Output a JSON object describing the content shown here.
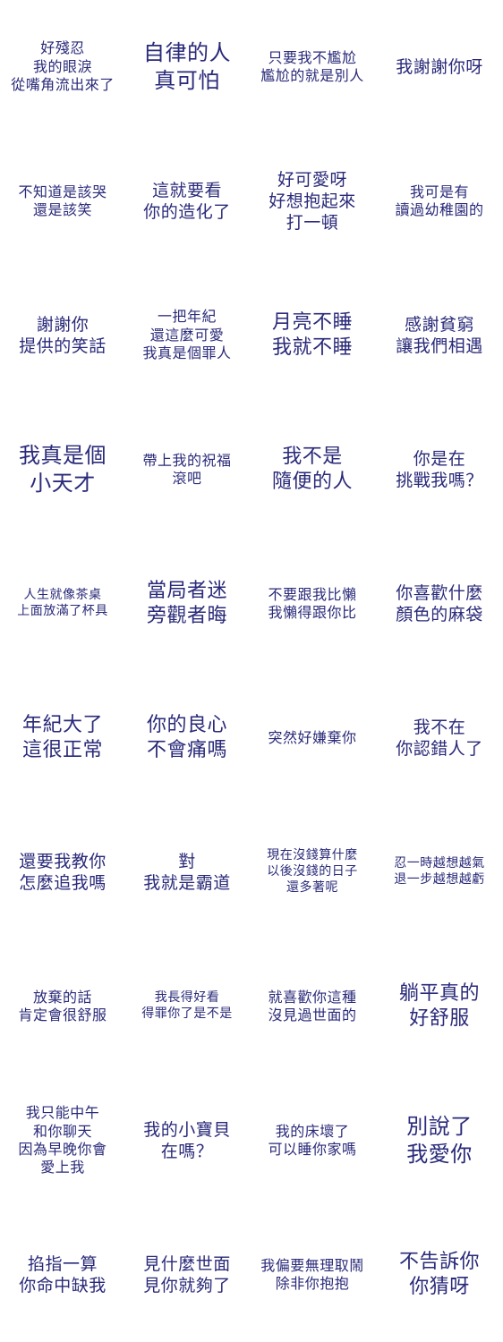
{
  "colors": {
    "text": "#2a2a7a",
    "background": "#ffffff"
  },
  "rows": [
    [
      "好殘忍\n我的眼淚\n從嘴角流出來了",
      "自律的人\n真可怕",
      "只要我不尷尬\n尷尬的就是別人",
      "我謝謝你呀"
    ],
    [
      "不知道是該哭\n還是該笑",
      "這就要看\n你的造化了",
      "好可愛呀\n好想抱起來\n打一頓",
      "我可是有\n讀過幼稚園的"
    ],
    [
      "謝謝你\n提供的笑話",
      "一把年紀\n還這麼可愛\n我真是個罪人",
      "月亮不睡\n我就不睡",
      "感謝貧窮\n讓我們相遇"
    ],
    [
      "我真是個\n小天才",
      "帶上我的祝福\n滾吧",
      "我不是\n隨便的人",
      "你是在\n挑戰我嗎？"
    ],
    [
      "人生就像茶桌\n上面放滿了杯具",
      "當局者迷\n旁觀者晦",
      "不要跟我比懶\n我懶得跟你比",
      "你喜歡什麼\n顏色的麻袋"
    ],
    [
      "年紀大了\n這很正常",
      "你的良心\n不會痛嗎",
      "突然好嫌棄你",
      "我不在\n你認錯人了"
    ],
    [
      "還要我教你\n怎麼追我嗎",
      "對\n我就是霸道",
      "現在沒錢算什麼\n以後沒錢的日子\n還多著呢",
      "忍一時越想越氣\n退一步越想越虧"
    ],
    [
      "放棄的話\n肯定會很舒服",
      "我長得好看\n得罪你了是不是",
      "就喜歡你這種\n沒見過世面的",
      "躺平真的\n好舒服"
    ],
    [
      "我只能中午\n和你聊天\n因為早晚你會\n愛上我",
      "我的小寶貝\n在嗎？",
      "我的床壞了\n可以睡你家嗎",
      "別說了\n我愛你"
    ],
    [
      "掐指一算\n你命中缺我",
      "見什麼世面\n見你就夠了",
      "我偏要無理取鬧\n除非你抱抱",
      "不告訴你\n你猜呀"
    ]
  ]
}
